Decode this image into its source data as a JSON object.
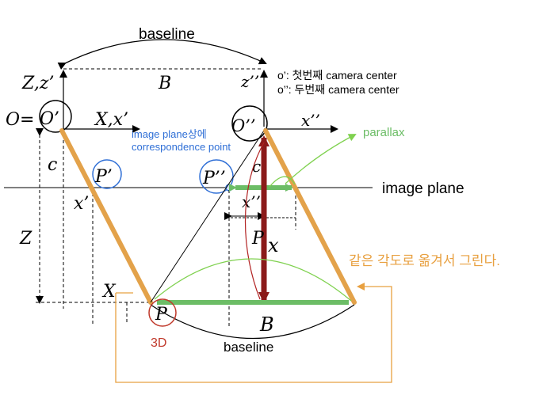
{
  "labels": {
    "baseline_top": "baseline",
    "baseline_bottom": "baseline",
    "b_top": "B",
    "b_bottom": "B",
    "z_prime_left": "Z,z’",
    "z_double": "z’’",
    "o_prime": "O’",
    "o_eq": "O=",
    "x_axis_prime": "X,x’",
    "o_double": "O’’",
    "x_double_axis": "x’’",
    "c_left": "c",
    "c_right": "c",
    "p_prime": "P’",
    "p_double": "P’’",
    "x_prime_left": "x’",
    "x_double_mid": "x’’",
    "big_z": "Z",
    "big_x_left": "X",
    "p_3d": "P",
    "p_mid": "P",
    "x_mid": "x",
    "image_plane": "image plane",
    "parallax": "parallax",
    "correspondence_line1": "image plane상에",
    "correspondence_line2": "correspondence point",
    "label_3d": "3D",
    "same_angle_note": "같은 각도로 옮겨서 그린다.",
    "legend_o1": "o’: 첫번째 camera center",
    "legend_o2": "o’’: 두번째 camera center"
  },
  "colors": {
    "orange": "#e3a24a",
    "green": "#6cbd66",
    "light_green": "#7fd14f",
    "dark_red": "#8b1a1a",
    "blue": "#2f6fd6",
    "red_circle": "#c0392b",
    "orange_text": "#e8a040",
    "black": "#000000"
  }
}
